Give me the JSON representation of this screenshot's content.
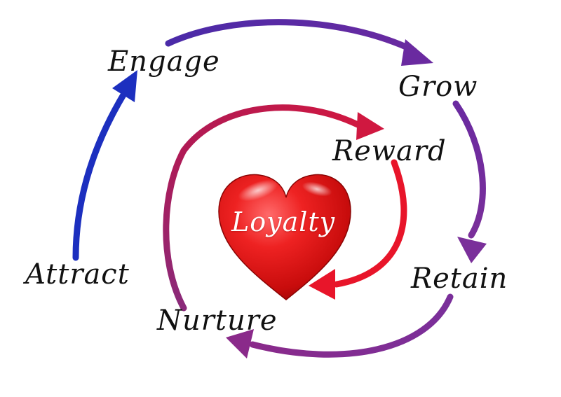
{
  "diagram": {
    "center": "Loyalty",
    "outer_cycle": [
      "Attract",
      "Engage",
      "Grow",
      "Retain",
      "Nurture"
    ],
    "inner_cycle": [
      "Reward"
    ],
    "labels": {
      "engage": "Engage",
      "grow": "Grow",
      "reward": "Reward",
      "loyalty": "Loyalty",
      "retain": "Retain",
      "attract": "Attract",
      "nurture": "Nurture"
    },
    "colors": {
      "arrow_blue": "#1c2fbf",
      "arrow_purple_start": "#4a2aa8",
      "arrow_purple_end": "#7a2f9a",
      "arrow_magenta": "#8a2a7a",
      "arrow_crimson": "#c01a50",
      "arrow_red": "#e8152a",
      "heart_red": "#e01a1a",
      "text": "#111111",
      "heart_text": "#ffffff"
    }
  }
}
